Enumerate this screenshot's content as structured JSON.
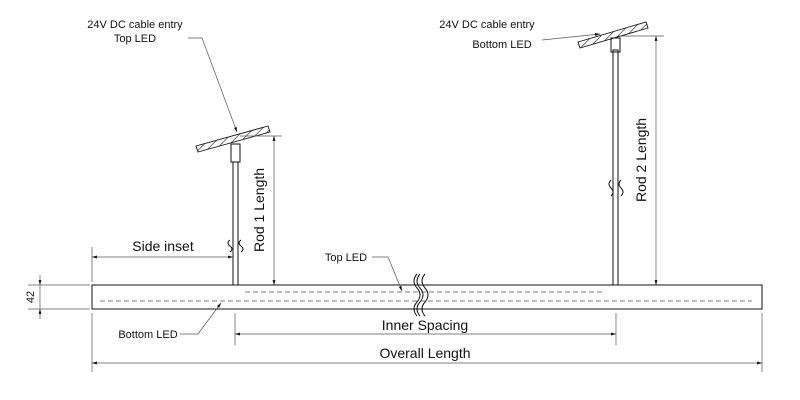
{
  "callouts": {
    "cable_entry_top": [
      "24V DC cable entry",
      "Top LED"
    ],
    "cable_entry_bottom": [
      "24V DC cable entry",
      "Bottom LED"
    ],
    "top_led": "Top LED",
    "bottom_led": "Bottom LED"
  },
  "dimensions": {
    "side_inset": "Side inset",
    "rod1": "Rod 1 Length",
    "rod2": "Rod 2 Length",
    "height": "42",
    "inner_spacing": "Inner Spacing",
    "overall_length": "Overall Length"
  }
}
